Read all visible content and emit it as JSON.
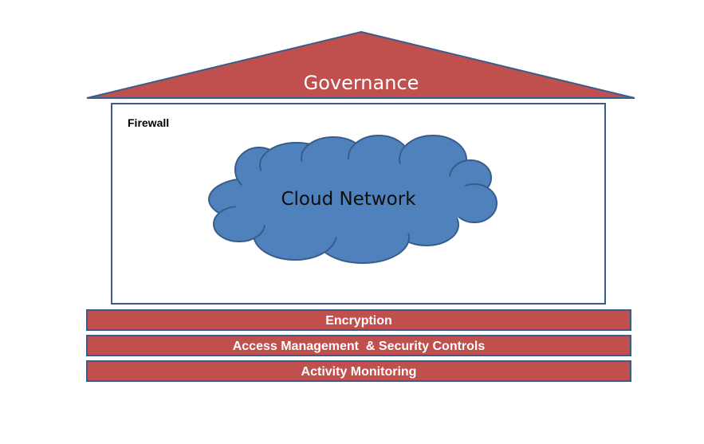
{
  "roof": {
    "label": "Governance",
    "color": "#c0504d",
    "stroke": "#385d8a"
  },
  "firewall": {
    "label": "Firewall",
    "stroke": "#385d8a"
  },
  "cloud": {
    "label": "Cloud Network",
    "color": "#4f81bd",
    "stroke": "#385d8a"
  },
  "foundation": {
    "color": "#c0504d",
    "stroke": "#385d8a",
    "layers": [
      {
        "label": "Encryption"
      },
      {
        "label": "Access Management  & Security Controls"
      },
      {
        "label": "Activity Monitoring"
      }
    ]
  }
}
